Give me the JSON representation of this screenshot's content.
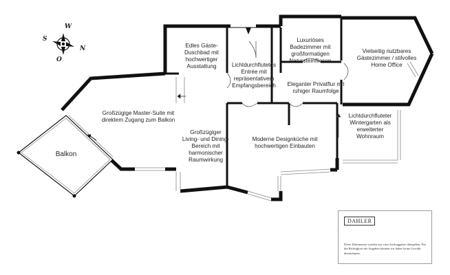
{
  "rooms": {
    "master_suite": "Großzügige Master-Suite mit direktem Zugang zum Balkon",
    "balkon": "Balkon",
    "living_dining": "Großzügiger Living- und Dining-Bereich mit harmonischer Raumwirkung",
    "guest_bath": "Edles Gäste-Duschbad mit hochwertiger Ausstattung",
    "entree": "Lichtdurchflutetes Entrée mit repräsentativem Empfangsbereich",
    "main_bath": "Luxuriöses Badezimmer mit großformatigen Natursteinfliesen",
    "private_hall": "Eleganter Privatflur mit ruhiger Raumfolge",
    "office": "Vielseitig nutzbares Gästezimmer / stilvolles Home Office",
    "kitchen": "Moderne Designküche mit hochwertigen Einbauten",
    "winter_garden": "Lichtdurchfluteter Wintergarten als erweiterter Wohnraum"
  },
  "compass": {
    "w": "W",
    "s": "S",
    "n": "N",
    "o": "O"
  },
  "branding": {
    "logo": "DAHLER",
    "disclaimer": "Diese Dokumente wurden uns vom Auftraggeber übergeben. Für die Richtigkeit der Angaben können wir daher keine Gewähr übernehmen."
  },
  "colors": {
    "wall": "#111111",
    "window": "#8a8a8a",
    "background": "#ffffff"
  }
}
